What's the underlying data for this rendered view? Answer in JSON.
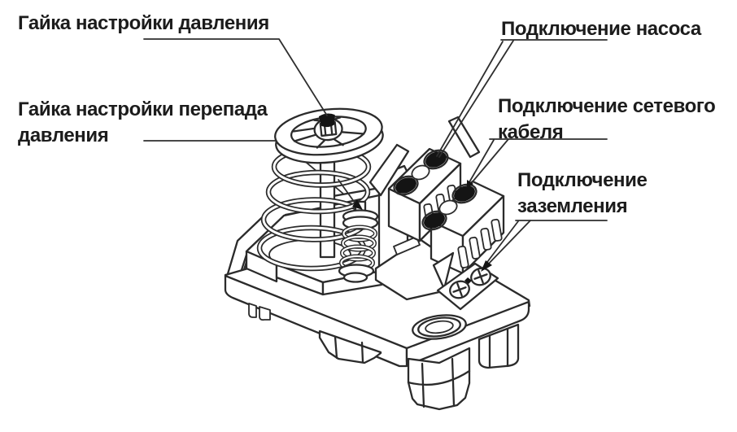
{
  "labels": [
    {
      "name": "pressure-adjust-nut",
      "lines": [
        "Гайка настройки давления"
      ]
    },
    {
      "name": "diff-pressure-adjust-nut",
      "lines": [
        "Гайка настройки перепада",
        "давления"
      ]
    },
    {
      "name": "pump-connection",
      "lines": [
        "Подключение насоса"
      ]
    },
    {
      "name": "mains-cable-connection",
      "lines": [
        "Подключение сетевого",
        "кабеля"
      ]
    },
    {
      "name": "ground-connection",
      "lines": [
        "Подключение",
        "заземления"
      ]
    }
  ],
  "colors": {
    "background": "#ffffff",
    "line_art": "#2b2b2b",
    "label_text": "#1c1c1c",
    "solid_fill": "#141414"
  }
}
